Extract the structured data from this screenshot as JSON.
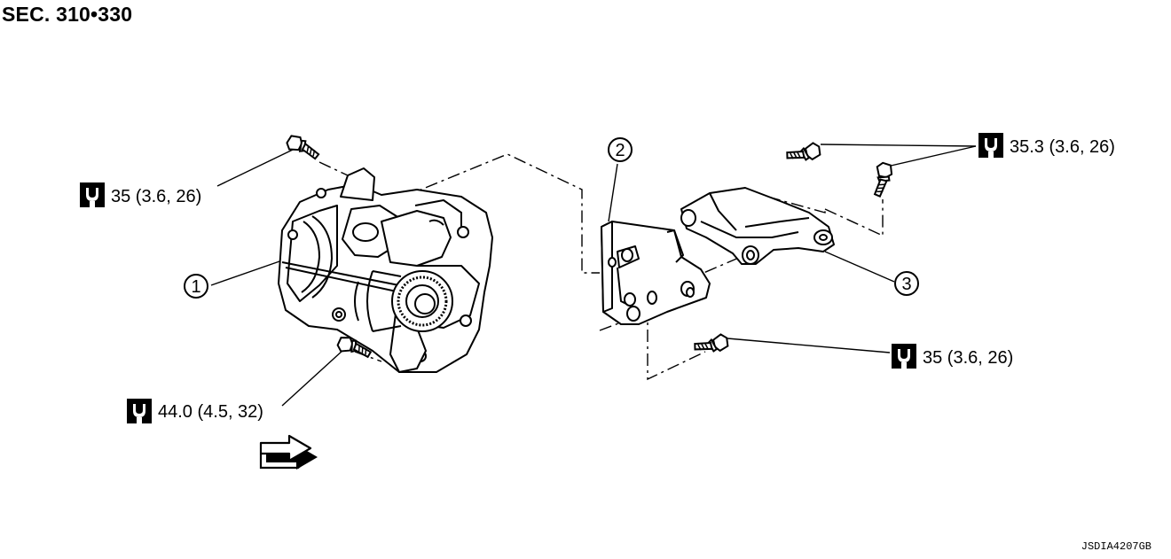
{
  "section_title": "SEC. 310•330",
  "figure_code": "JSDIA4207GB",
  "callouts": [
    {
      "id": "callout-1",
      "label": "1"
    },
    {
      "id": "callout-2",
      "label": "2"
    },
    {
      "id": "callout-3",
      "label": "3"
    }
  ],
  "torque_specs": [
    {
      "id": "torque-upper-left",
      "value": "35 (3.6, 26)"
    },
    {
      "id": "torque-lower-left",
      "value": "44.0 (4.5, 32)"
    },
    {
      "id": "torque-upper-right",
      "value": "35.3 (3.6, 26)"
    },
    {
      "id": "torque-lower-right",
      "value": "35 (3.6, 26)"
    }
  ],
  "icons": [
    "torque-wrench-icon",
    "front-direction-arrow-icon",
    "bolt-icon"
  ],
  "colors": {
    "line": "#000000",
    "background": "#ffffff"
  }
}
